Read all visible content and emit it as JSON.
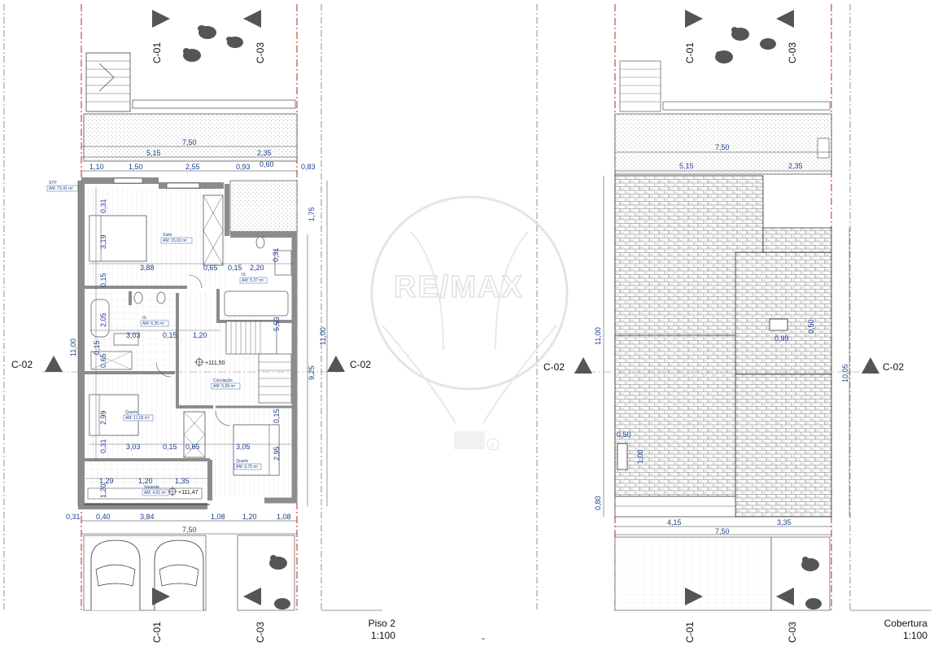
{
  "left_plan": {
    "title": "Piso 2",
    "scale": "1:100",
    "sections": {
      "c01": "C-01",
      "c02": "C-02",
      "c03": "C-03"
    },
    "dims_top": {
      "total": "7,50",
      "d515": "5,15",
      "d235": "2,35",
      "d110": "1,10",
      "d150": "1,50",
      "d255": "2,55",
      "d093": "0,93",
      "d060": "0,60",
      "d083": "0,83"
    },
    "dims_bottom": {
      "d031": "0,31",
      "d040": "0,40",
      "d384": "3,84",
      "d108a": "1,08",
      "d120": "1,20",
      "d108b": "1,08",
      "total": "7,50"
    },
    "dims_side": {
      "d1100": "11,00",
      "d925": "9,25",
      "d1100r": "11,00",
      "d175": "1,75"
    },
    "dims_inner": {
      "a031": "0,31",
      "a319": "3,19",
      "a015": "0,15",
      "a388": "3,88",
      "a065": "0,65",
      "a015b": "0,15",
      "a220": "2,20",
      "a031b": "0,31",
      "a205": "2,05",
      "a303": "3,03",
      "a015c": "0,15",
      "a120": "1,20",
      "a553": "5,53",
      "a015d": "0,15",
      "a065b": "0,65",
      "a299": "2,99",
      "a303b": "3,03",
      "a015e": "0,15",
      "a065c": "0,65",
      "a305": "3,05",
      "a015f": "0,15",
      "a295": "2,95",
      "a031c": "0,31",
      "a129": "1,29",
      "a120b": "1,20",
      "a135": "1,35",
      "a120c": "1,20"
    },
    "levels": {
      "l1": "+111,50",
      "l2": "+111,47"
    },
    "rooms": {
      "stp": "STP",
      "stp_area": "AM: 73,41 m²",
      "suite": "Suite",
      "suite_area": "AM: 15,63 m²",
      "is1": "IS",
      "is1_area": "AM: 5,37 m²",
      "is2": "IS",
      "is2_area": "AM: 6,35 m²",
      "circ": "Circulação",
      "circ_area": "AM: 5,69 m²",
      "quarto1": "Quarto",
      "quarto1_area": "AM: 11,03 m²",
      "quarto2": "Quarto",
      "quarto2_area": "AM: 9,75 m²",
      "varanda": "Varanda",
      "varanda_area": "AM: 4,61 m²"
    }
  },
  "right_plan": {
    "title": "Cobertura",
    "scale": "1:100",
    "sections": {
      "c01": "C-01",
      "c02": "C-02",
      "c03": "C-03"
    },
    "dims": {
      "total_top": "7,50",
      "d515": "5,15",
      "d235": "2,35",
      "d1100": "11,00",
      "d1005": "10,05",
      "d099": "0,99",
      "d050": "0,50",
      "d050b": "0,50",
      "d100": "1,00",
      "d080": "0,80",
      "d415": "4,15",
      "d335": "3,35",
      "total_bottom": "7,50"
    }
  },
  "center_mark": "-",
  "watermark": {
    "text": "RE/MAX",
    "registered": "®"
  },
  "colors": {
    "dim": "#1a3f8f",
    "wall": "#9a9a9a",
    "property_line": "#d0312d",
    "tile": "#555555"
  }
}
